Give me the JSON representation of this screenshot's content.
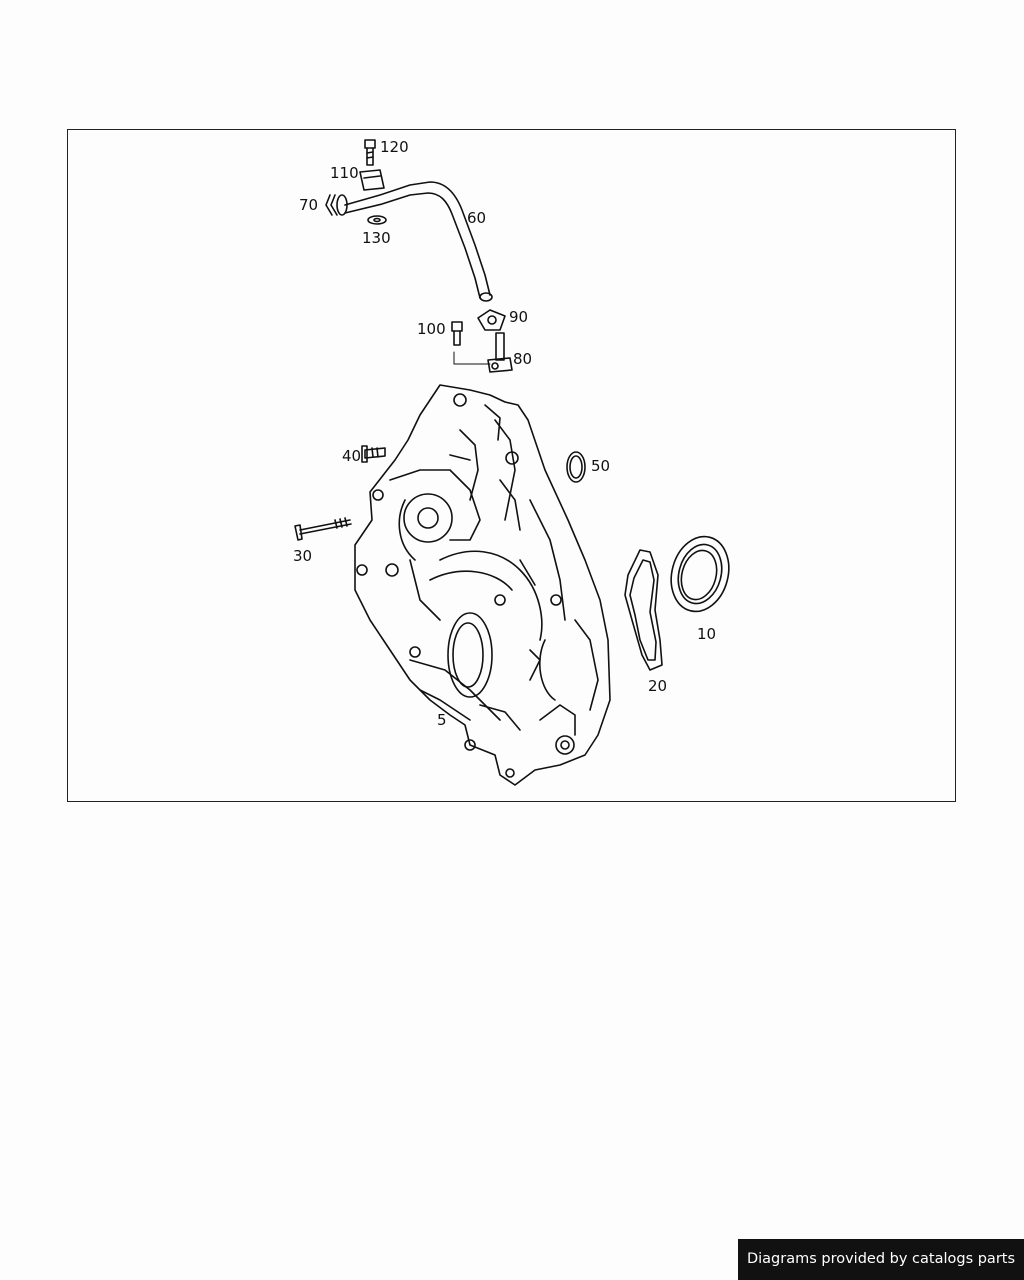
{
  "diagram": {
    "callouts": {
      "c5": "5",
      "c10": "10",
      "c20": "20",
      "c30": "30",
      "c40": "40",
      "c50": "50",
      "c60": "60",
      "c70": "70",
      "c80": "80",
      "c90": "90",
      "c100": "100",
      "c110": "110",
      "c120": "120",
      "c130": "130"
    }
  },
  "footer": {
    "credit": "Diagrams provided by catalogs parts"
  },
  "colors": {
    "background": "#fdfdfd",
    "line": "#111111",
    "badge_background": "#111111",
    "badge_text": "#ffffff"
  }
}
